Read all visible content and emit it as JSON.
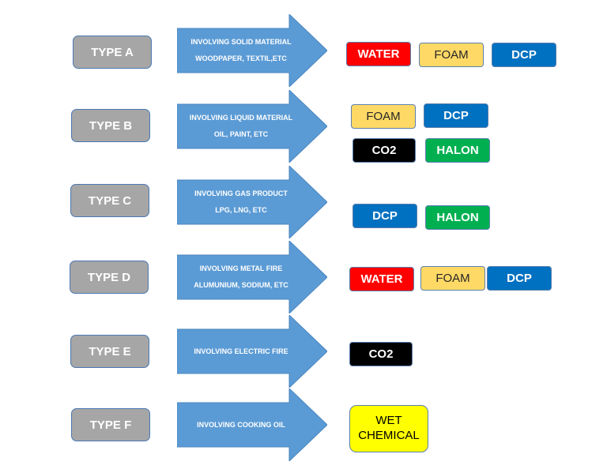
{
  "rows": [
    {
      "type": "TYPE A",
      "line1": "INVOLVING SOLID MATERIAL",
      "line2": "WOODPAPER, TEXTIL,ETC",
      "extinguishers": [
        "WATER",
        "FOAM",
        "DCP"
      ]
    },
    {
      "type": "TYPE B",
      "line1": "INVOLVING LIQUID MATERIAL",
      "line2": "OIL, PAINT, ETC",
      "extinguishers": [
        "FOAM",
        "DCP",
        "CO2",
        "HALON"
      ]
    },
    {
      "type": "TYPE C",
      "line1": "INVOLVING GAS PRODUCT",
      "line2": "LPG, LNG, ETC",
      "extinguishers": [
        "DCP",
        "HALON"
      ]
    },
    {
      "type": "TYPE D",
      "line1": "INVOLVING METAL FIRE",
      "line2": "ALUMUNIUM, SODIUM, ETC",
      "extinguishers": [
        "WATER",
        "FOAM",
        "DCP"
      ]
    },
    {
      "type": "TYPE E",
      "line1": "INVOLVING ELECTRIC FIRE",
      "line2": "",
      "extinguishers": [
        "CO2"
      ]
    },
    {
      "type": "TYPE F",
      "line1": "INVOLVING COOKING OIL",
      "line2": "",
      "extinguishers": [
        "WET",
        "CHEMICAL"
      ]
    }
  ],
  "colors": {
    "type_box": "#a6a6a6",
    "arrow": "#5b9bd5",
    "water": "#ff0000",
    "foam": "#ffd966",
    "dcp": "#0070c0",
    "co2": "#000000",
    "halon": "#00b050",
    "wet_chemical": "#ffff00"
  }
}
